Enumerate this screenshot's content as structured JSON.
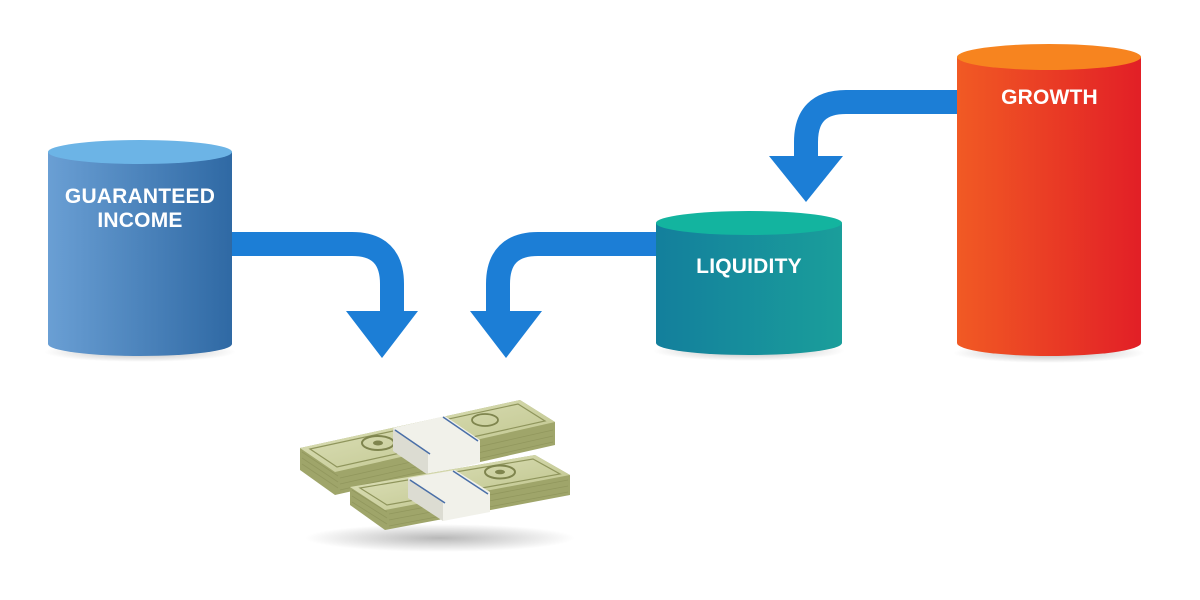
{
  "buckets": {
    "guaranteed_income": {
      "label_line1": "GUARANTEED",
      "label_line2": "INCOME",
      "color_top": "#6cb4e6",
      "color_left": "#6a9fd4",
      "color_right": "#2f69a4"
    },
    "liquidity": {
      "label": "LIQUIDITY",
      "color_top": "#13b49f",
      "color_left": "#137f9c",
      "color_right": "#1a9e9b"
    },
    "growth": {
      "label": "GROWTH",
      "color_top": "#f7841f",
      "color_left": "#f15a24",
      "color_right": "#e21f26"
    }
  },
  "arrows": {
    "color": "#1c7ed6",
    "flows": [
      {
        "from": "guaranteed_income",
        "to": "cash"
      },
      {
        "from": "liquidity",
        "to": "cash"
      },
      {
        "from": "growth",
        "to": "liquidity"
      }
    ]
  },
  "cash": {
    "icon": "money-stack-icon",
    "bill_color": "#c9cf9a",
    "band_color": "#f1f1ea"
  }
}
